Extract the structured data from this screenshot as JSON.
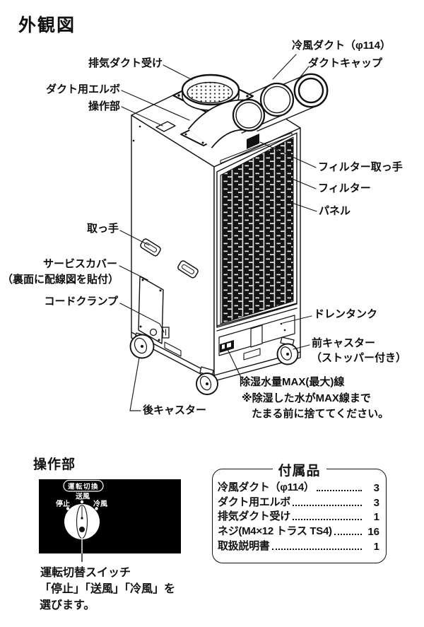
{
  "colors": {
    "ink": "#111111",
    "panel_bg": "#000000",
    "paper": "#ffffff"
  },
  "page_title": "外観図",
  "labels": {
    "exhaust_receiver": "排気ダクト受け",
    "duct_elbow": "ダクト用エルボ",
    "control_section": "操作部",
    "cold_duct": "冷風ダクト（φ114）",
    "duct_cap": "ダクトキャップ",
    "filter_handle": "フィルター取っ手",
    "filter": "フィルター",
    "panel": "パネル",
    "handle": "取っ手",
    "service_cover": "サービスカバー",
    "service_cover_note": "（裏面に配線図を貼付）",
    "cord_clamp": "コードクランプ",
    "drain_tank": "ドレンタンク",
    "front_caster": "前キャスター",
    "front_caster_note": "（ストッパー付き）",
    "max_line": "除湿水量MAX(最大)線",
    "max_note_1": "※除湿した水がMAX線まで",
    "max_note_2": "たまる前に捨ててください。",
    "rear_caster": "後キャスター"
  },
  "control": {
    "section_title": "操作部",
    "dial_title": "運転切換",
    "pos_left": "停止",
    "pos_top": "送風",
    "pos_right": "冷風",
    "switch_label": "運転切替スイッチ",
    "switch_note_1": "「停止」「送風」「冷風」を",
    "switch_note_2": "選びます。"
  },
  "accessories": {
    "title": "付属品",
    "items": [
      {
        "name": "冷風ダクト（φ114）",
        "qty": "3"
      },
      {
        "name": "ダクト用エルボ",
        "qty": "3"
      },
      {
        "name": "排気ダクト受け",
        "qty": "1"
      },
      {
        "name": "ネジ(M4×12 トラス TS4)",
        "qty": "16"
      },
      {
        "name": "取扱説明書",
        "qty": "1"
      }
    ]
  }
}
